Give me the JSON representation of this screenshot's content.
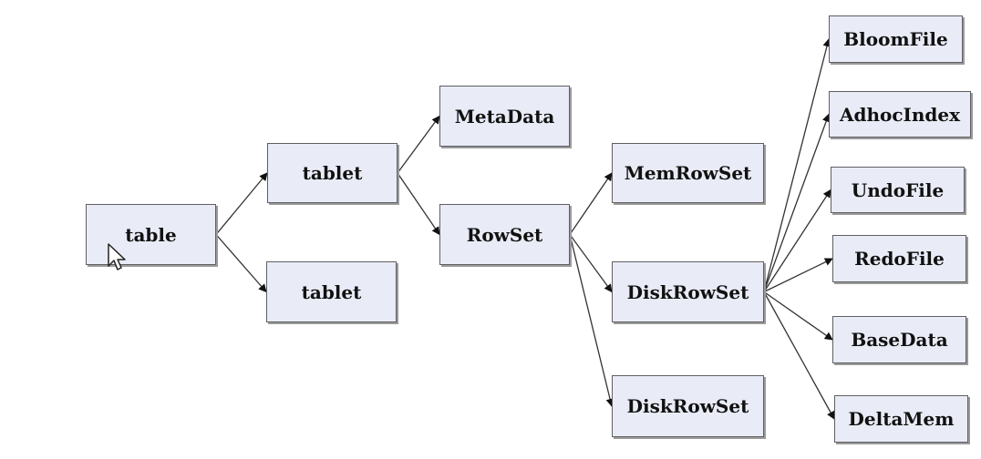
{
  "diagram": {
    "nodes": [
      {
        "id": "table",
        "label": "table"
      },
      {
        "id": "tablet1",
        "label": "tablet"
      },
      {
        "id": "tablet2",
        "label": "tablet"
      },
      {
        "id": "metadata",
        "label": "MetaData"
      },
      {
        "id": "rowset",
        "label": "RowSet"
      },
      {
        "id": "memrowset",
        "label": "MemRowSet"
      },
      {
        "id": "diskrowset1",
        "label": "DiskRowSet"
      },
      {
        "id": "diskrowset2",
        "label": "DiskRowSet"
      },
      {
        "id": "bloomfile",
        "label": "BloomFile"
      },
      {
        "id": "adhocindex",
        "label": "AdhocIndex"
      },
      {
        "id": "undofile",
        "label": "UndoFile"
      },
      {
        "id": "redofile",
        "label": "RedoFile"
      },
      {
        "id": "basedata",
        "label": "BaseData"
      },
      {
        "id": "deltamem",
        "label": "DeltaMem"
      }
    ],
    "edges": [
      [
        "table",
        "tablet1"
      ],
      [
        "table",
        "tablet2"
      ],
      [
        "tablet1",
        "metadata"
      ],
      [
        "tablet1",
        "rowset"
      ],
      [
        "rowset",
        "memrowset"
      ],
      [
        "rowset",
        "diskrowset1"
      ],
      [
        "rowset",
        "diskrowset2"
      ],
      [
        "diskrowset1",
        "bloomfile"
      ],
      [
        "diskrowset1",
        "adhocindex"
      ],
      [
        "diskrowset1",
        "undofile"
      ],
      [
        "diskrowset1",
        "redofile"
      ],
      [
        "diskrowset1",
        "basedata"
      ],
      [
        "diskrowset1",
        "deltamem"
      ]
    ]
  },
  "cursor": {
    "icon": "mouse-pointer-icon"
  }
}
